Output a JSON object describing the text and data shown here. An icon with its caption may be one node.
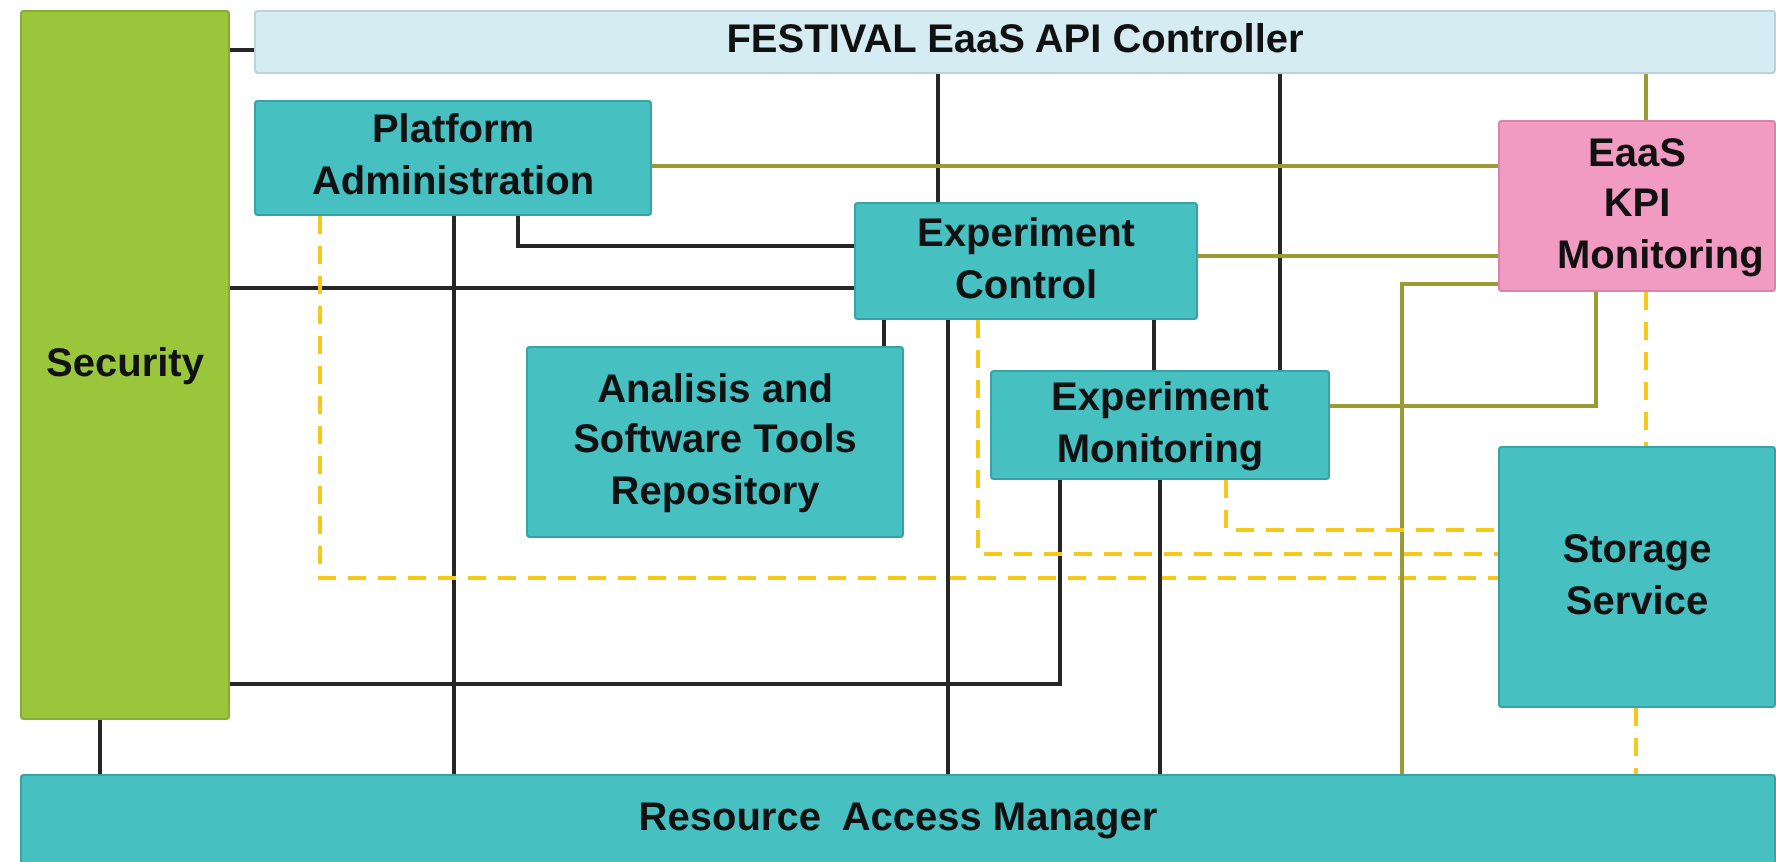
{
  "diagram": {
    "nodes": [
      {
        "text": [
          "Security"
        ]
      },
      {
        "text": [
          "FESTIVAL EaaS API Controller"
        ]
      },
      {
        "text": [
          "Platform Administration"
        ]
      },
      {
        "text": [
          "Experiment Control"
        ]
      },
      {
        "text": [
          "EaaS KPI Monitoring"
        ]
      },
      {
        "text": [
          "Analisis and Software Tools Repository"
        ]
      },
      {
        "text": [
          "Experiment Monitoring"
        ]
      },
      {
        "text": [
          "Storage Service"
        ]
      },
      {
        "text": [
          "Resource  Access Manager"
        ]
      }
    ],
    "edges": [
      {
        "from": 0,
        "to": 1,
        "arrow": "none"
      },
      {
        "from": 0,
        "to": 3,
        "arrow": "none"
      },
      {
        "from": 0,
        "to": 6,
        "arrow": "none"
      },
      {
        "from": 0,
        "to": 8,
        "arrow": "none"
      },
      {
        "from": 1,
        "to": 3,
        "arrow": "none"
      },
      {
        "from": 1,
        "to": 6,
        "arrow": "none"
      },
      {
        "from": 1,
        "to": 4,
        "arrow": "none",
        "color": "#9c9a35"
      },
      {
        "from": 2,
        "to": 4,
        "arrow": "none",
        "color": "#9c9a35"
      },
      {
        "from": 2,
        "to": 3,
        "arrow": "none"
      },
      {
        "from": 2,
        "to": 8,
        "arrow": "none"
      },
      {
        "from": 2,
        "to": 7,
        "arrow": "none",
        "style": "dashed",
        "color": "#f6c919"
      },
      {
        "from": 3,
        "to": 4,
        "arrow": "none",
        "color": "#9c9a35"
      },
      {
        "from": 3,
        "to": 5,
        "arrow": "none"
      },
      {
        "from": 3,
        "to": 6,
        "arrow": "none"
      },
      {
        "from": 3,
        "to": 8,
        "arrow": "none"
      },
      {
        "from": 3,
        "to": 7,
        "arrow": "none",
        "style": "dashed",
        "color": "#f6c919"
      },
      {
        "from": 4,
        "to": 6,
        "arrow": "none",
        "color": "#9c9a35"
      },
      {
        "from": 4,
        "to": 8,
        "arrow": "none",
        "color": "#9c9a35"
      },
      {
        "from": 4,
        "to": 7,
        "arrow": "none",
        "style": "dashed",
        "color": "#f6c919"
      },
      {
        "from": 6,
        "to": 7,
        "arrow": "none",
        "style": "dashed",
        "color": "#f6c919"
      },
      {
        "from": 6,
        "to": 8,
        "arrow": "none"
      },
      {
        "from": 7,
        "to": 8,
        "arrow": "none",
        "style": "dashed",
        "color": "#f6c919"
      }
    ]
  }
}
